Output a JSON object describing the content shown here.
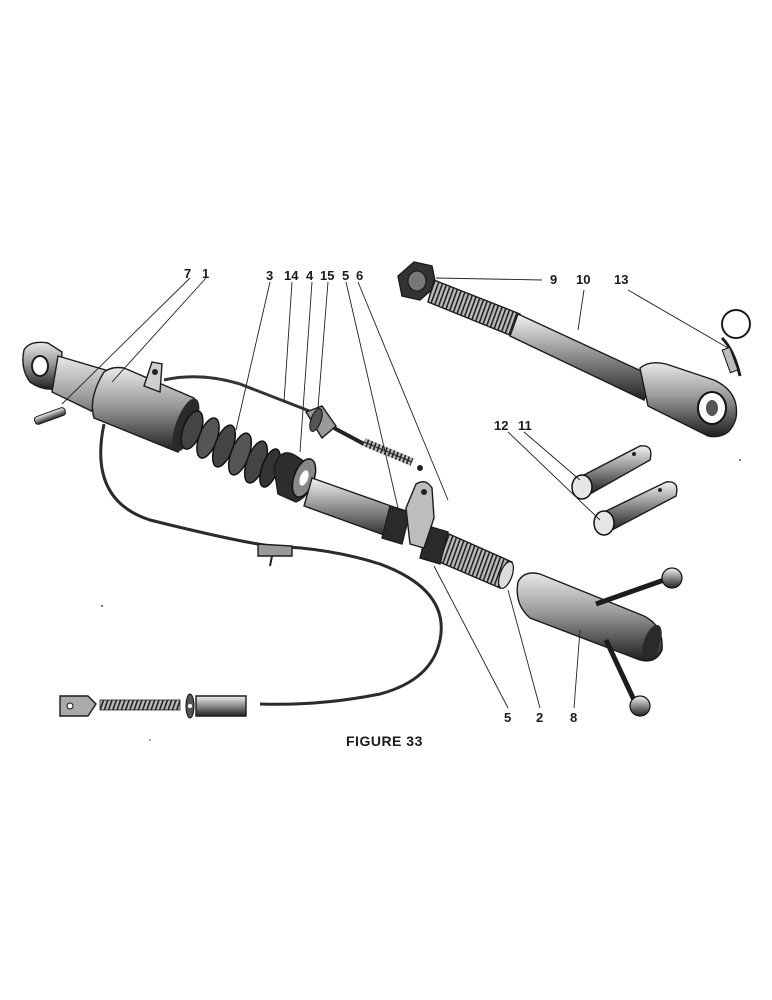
{
  "figure": {
    "caption": "FIGURE 33"
  },
  "callouts": [
    {
      "id": "c7a",
      "text": "7"
    },
    {
      "id": "c1a",
      "text": "1"
    },
    {
      "id": "c3",
      "text": "3"
    },
    {
      "id": "c14",
      "text": "14"
    },
    {
      "id": "c4",
      "text": "4"
    },
    {
      "id": "c15",
      "text": "15"
    },
    {
      "id": "c5a",
      "text": "5"
    },
    {
      "id": "c6",
      "text": "6"
    },
    {
      "id": "c9",
      "text": "9"
    },
    {
      "id": "c10",
      "text": "10"
    },
    {
      "id": "c13",
      "text": "13"
    },
    {
      "id": "c12",
      "text": "12"
    },
    {
      "id": "c11",
      "text": "11"
    },
    {
      "id": "c5b",
      "text": "5"
    },
    {
      "id": "c2",
      "text": "2"
    },
    {
      "id": "c8",
      "text": "8"
    }
  ],
  "colors": {
    "ink": "#1c1c1c",
    "shade": "#3a3a3a",
    "paper": "#ffffff"
  }
}
